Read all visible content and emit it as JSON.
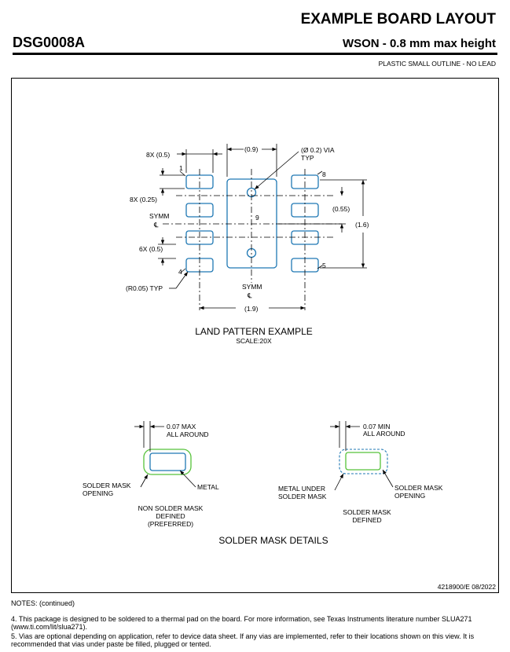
{
  "header": {
    "title": "EXAMPLE BOARD LAYOUT",
    "package_name": "DSG0008A",
    "package_desc": "WSON - 0.8 mm max height",
    "package_sub": "PLASTIC SMALL OUTLINE - NO LEAD"
  },
  "land_pattern": {
    "title": "LAND PATTERN EXAMPLE",
    "scale": "SCALE:20X",
    "dim_pad_width": "8X (0.5)",
    "dim_pad_height": "8X (0.25)",
    "dim_pitch": "6X (0.5)",
    "dim_center_pad_width": "(0.9)",
    "dim_via": "(Ø 0.2) VIA",
    "dim_via_typ": "TYP",
    "dim_via_pitch": "(0.55)",
    "dim_center_pad_height": "(1.6)",
    "dim_radius": "(R0.05) TYP",
    "dim_span": "(1.9)",
    "symm_label": "SYMM",
    "symm_symbol": "℄",
    "pin_1": "1",
    "pin_4": "4",
    "pin_5": "5",
    "pin_8": "8",
    "pin_9": "9"
  },
  "solder_mask": {
    "title": "SOLDER MASK DETAILS",
    "nsmd_dim_line1": "0.07 MAX",
    "nsmd_dim_line2": "ALL AROUND",
    "nsmd_opening_line1": "SOLDER MASK",
    "nsmd_opening_line2": "OPENING",
    "nsmd_metal": "METAL",
    "nsmd_caption_line1": "NON SOLDER MASK",
    "nsmd_caption_line2": "DEFINED",
    "nsmd_caption_line3": "(PREFERRED)",
    "smd_dim_line1": "0.07 MIN",
    "smd_dim_line2": "ALL AROUND",
    "smd_metal_line1": "METAL UNDER",
    "smd_metal_line2": "SOLDER MASK",
    "smd_opening_line1": "SOLDER MASK",
    "smd_opening_line2": "OPENING",
    "smd_caption_line1": "SOLDER MASK",
    "smd_caption_line2": "DEFINED"
  },
  "doc_number": "4218900/E   08/2022",
  "notes": {
    "title": "NOTES: (continued)",
    "note_4": "4. This package is designed to be soldered to a thermal pad on the board. For more information, see Texas Instruments literature number SLUA271 (www.ti.com/lit/slua271).",
    "note_5": "5. Vias are optional depending on application, refer to device data sheet. If any vias are implemented, refer to their locations shown on this view. It is recommended that vias under paste be filled, plugged or tented."
  },
  "colors": {
    "pad": "#1f78b4",
    "mask": "#56c23a",
    "line": "#000000"
  }
}
